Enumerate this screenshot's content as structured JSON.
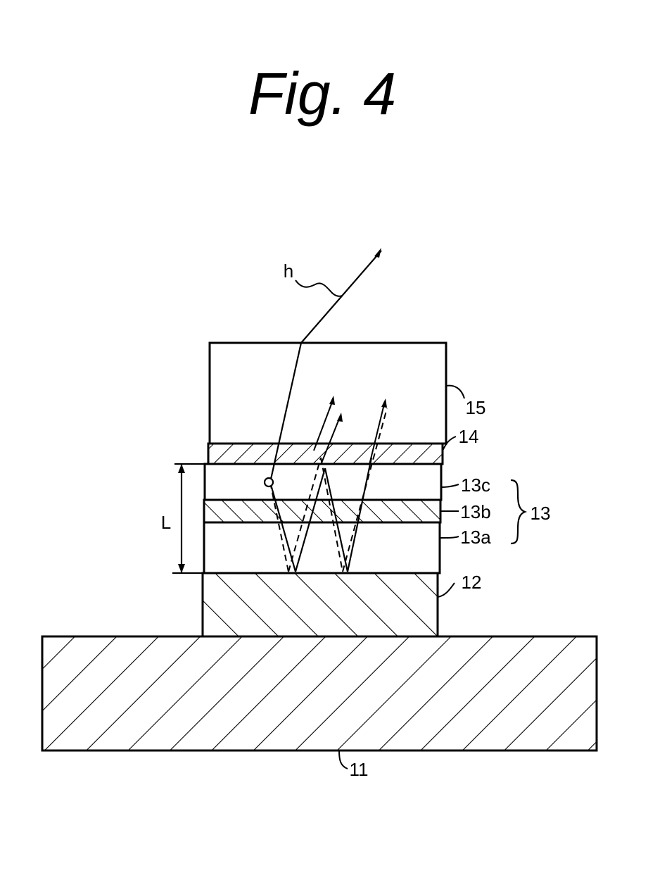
{
  "figure": {
    "title": "Fig. 4",
    "labels": {
      "light": "h",
      "cap_15": "15",
      "layer_14": "14",
      "layer_13c": "13c",
      "layer_13b": "13b",
      "layer_13a": "13a",
      "group_13": "13",
      "length_L": "L",
      "layer_12": "12",
      "substrate_11": "11",
      "point_o": "o"
    }
  }
}
